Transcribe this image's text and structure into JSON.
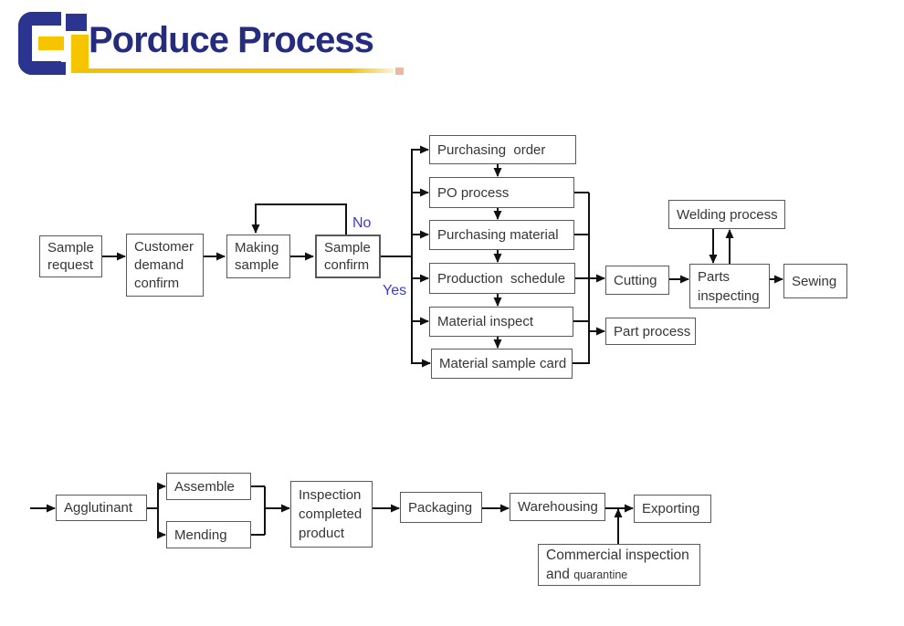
{
  "header": {
    "title": "Porduce Process"
  },
  "colors": {
    "logo_blue": "#2b3590",
    "logo_yellow": "#f7c400",
    "title_navy": "#262c7d",
    "underline_accent": "#ecb89f",
    "decision_blue": "#3b3bd1",
    "box_border": "#595959",
    "box_text": "#363636",
    "connector": "#111111"
  },
  "flow_top": {
    "nodes": {
      "sample_request": "Sample\nrequest",
      "customer_demand_confirm": "Customer\ndemand\nconfirm",
      "making_sample": "Making\nsample",
      "sample_confirm": "Sample\nconfirm",
      "purchasing_order": "Purchasing  order",
      "po_process": "PO process",
      "purchasing_material": "Purchasing material",
      "production_schedule": "Production  schedule",
      "material_inspect": "Material inspect",
      "material_sample_card": "Material sample card",
      "cutting": "Cutting",
      "part_process": "Part process",
      "welding_process": "Welding process",
      "parts_inspecting": "Parts\ninspecting",
      "sewing": "Sewing"
    },
    "decision_labels": {
      "no": "No",
      "yes": "Yes"
    }
  },
  "flow_bottom": {
    "nodes": {
      "agglutinant": "Agglutinant",
      "assemble": "Assemble",
      "mending": "Mending",
      "inspection_completed_product": "Inspection\ncompleted\nproduct",
      "packaging": "Packaging",
      "warehousing": "Warehousing",
      "exporting": "Exporting"
    },
    "commercial_inspection": {
      "line1": "Commercial inspection",
      "line2_word": "and",
      "line2_small": "quarantine"
    }
  }
}
